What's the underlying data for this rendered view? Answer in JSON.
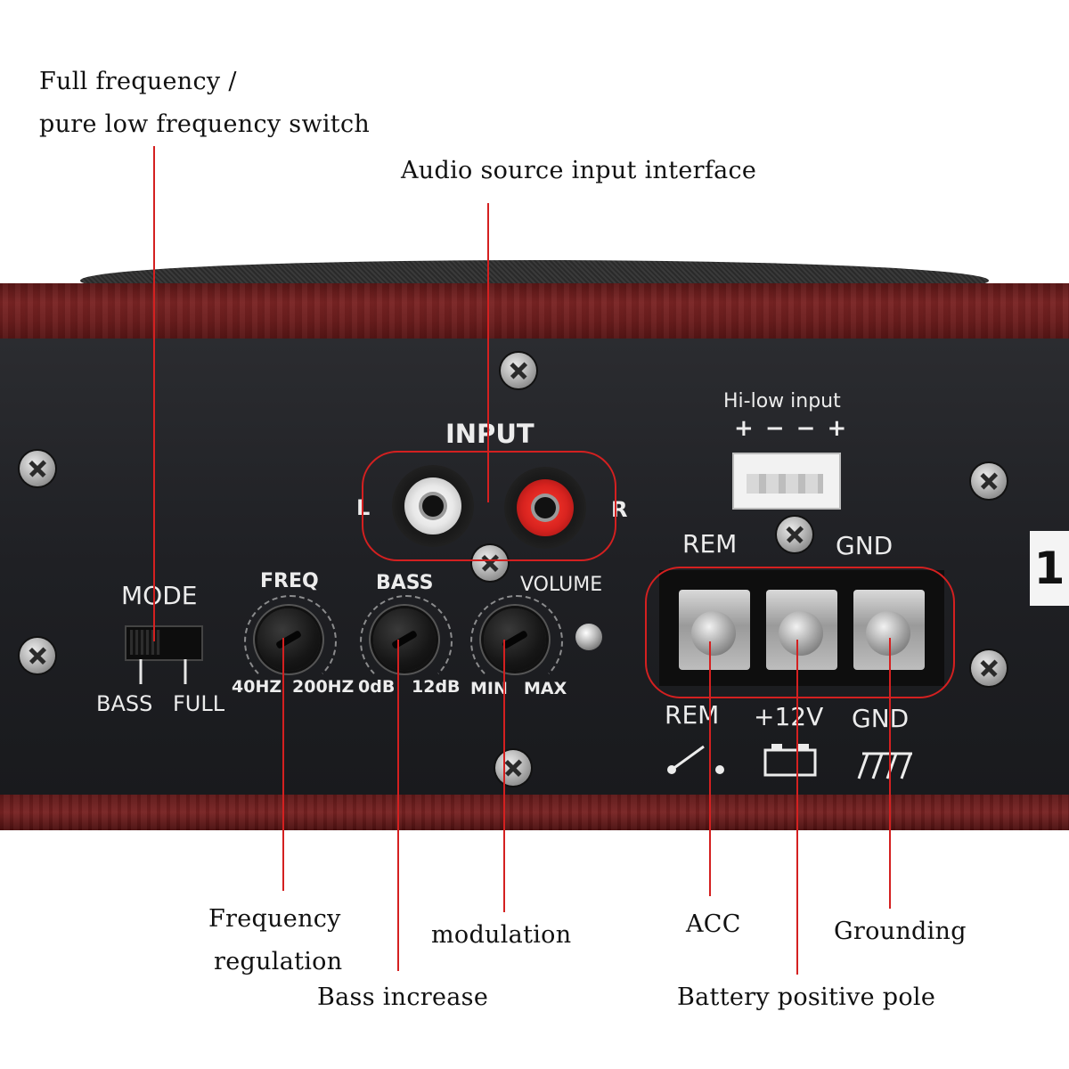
{
  "captions": {
    "mode_switch_line1": "Full frequency /",
    "mode_switch_line2": "pure low frequency switch",
    "audio_input": "Audio source input interface",
    "frequency_line1": "Frequency",
    "frequency_line2": "regulation",
    "bass_increase": "Bass increase",
    "modulation": "modulation",
    "acc": "ACC",
    "battery_positive": "Battery positive pole",
    "grounding": "Grounding"
  },
  "panel": {
    "input": "INPUT",
    "left_channel": "L",
    "right_channel": "R",
    "hi_low_input": "Hi-low input",
    "hi_low_polarity": "+ − − +",
    "rem_top": "REM",
    "gnd_top": "GND",
    "mode": "MODE",
    "bass": "BASS",
    "full": "FULL",
    "freq": "FREQ",
    "freq_min": "40HZ",
    "freq_max": "200HZ",
    "bass_knob": "BASS",
    "bass_min": "0dB",
    "bass_max": "12dB",
    "volume": "VOLUME",
    "volume_min": "MIN",
    "volume_max": "MAX",
    "rem_bottom": "REM",
    "plus12v": "+12V",
    "gnd_bottom": "GND",
    "side_label": "1"
  },
  "colors": {
    "leader_red": "#d42020",
    "panel_black": "#1f2024",
    "wood": "#6b1d1d",
    "rca_left": "#f5f5f5",
    "rca_right": "#d8231f"
  },
  "icons": {
    "switch_symbol": "rem-switch-icon",
    "battery_symbol": "battery-icon",
    "ground_symbol": "ground-icon"
  }
}
